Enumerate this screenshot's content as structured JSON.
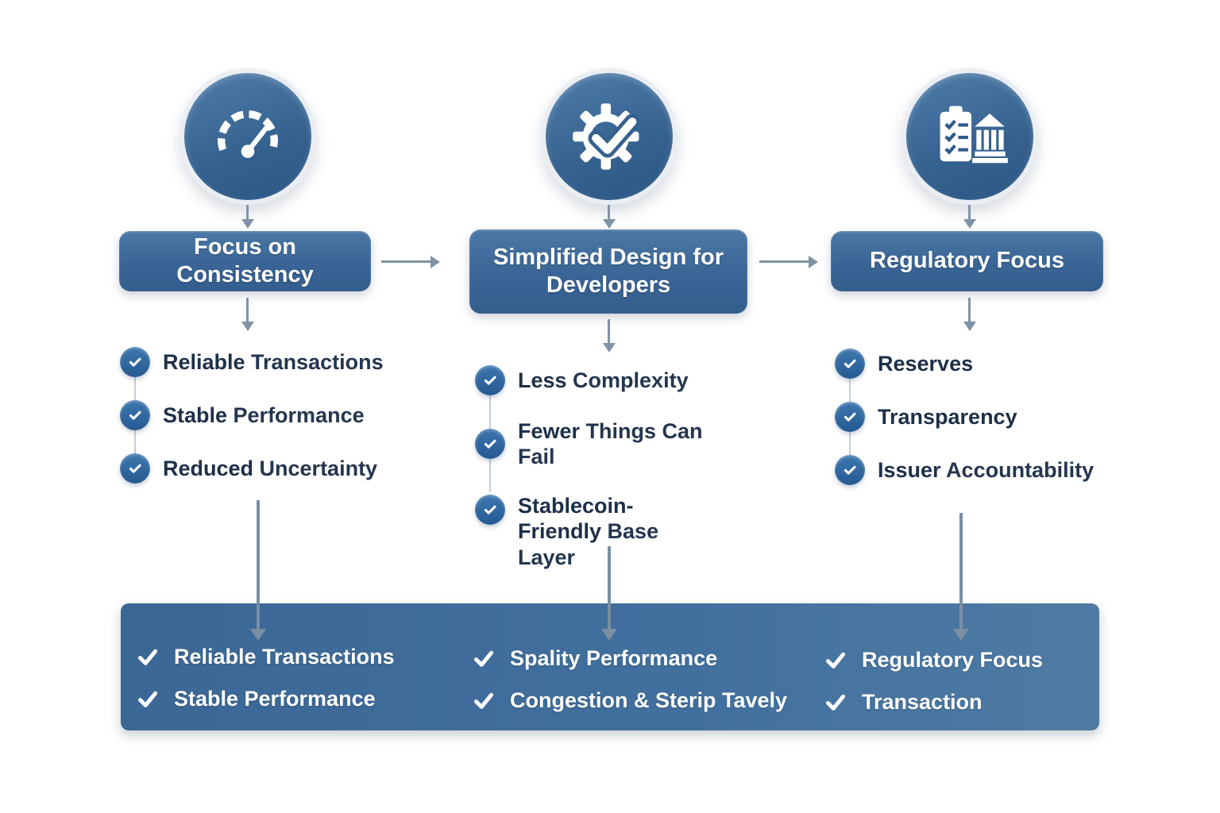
{
  "palette": {
    "accent_blue": "#35618f",
    "box_blue_top": "#4b78a7",
    "box_blue_bottom": "#335d8d",
    "check_circle_blue": "#255a92",
    "arrow_gray": "#8093a6",
    "list_text": "#24364f",
    "banner_blue_left": "#3b6795",
    "banner_blue_right": "#4f7ba3"
  },
  "columns": [
    {
      "icon": "speedometer-icon",
      "header": "Focus on Consistency",
      "items": [
        {
          "bold": "Reliable",
          "rest": " Transactions"
        },
        {
          "bold": "Stable",
          "rest": " Performance"
        },
        {
          "bold": "Reduced",
          "rest": " Uncertainty"
        }
      ]
    },
    {
      "icon": "gear-check-icon",
      "header": "Simplified Design for Developers",
      "items": [
        {
          "bold": "Less",
          "rest": " Complexity"
        },
        {
          "bold": "Fewer",
          "rest": " Things Can Fail"
        },
        {
          "bold": "Stablecoin-Friendly",
          "rest": " Base Layer"
        }
      ]
    },
    {
      "icon": "clipboard-bank-icon",
      "header": "Regulatory Focus",
      "items": [
        {
          "bold": "Reserves",
          "rest": ""
        },
        {
          "bold": "Transparency",
          "rest": ""
        },
        {
          "bold": "Issuer",
          "rest": " Accountability"
        }
      ]
    }
  ],
  "banner": {
    "groups": [
      {
        "items": [
          {
            "bold": "Reliable",
            "rest": " Transactions"
          },
          {
            "bold": "Stable",
            "rest": " Performance"
          }
        ]
      },
      {
        "items": [
          {
            "bold": "Spality",
            "rest": " Performance"
          },
          {
            "bold": "Congestion",
            "rest": " & Sterip Tavely"
          }
        ]
      },
      {
        "items": [
          {
            "bold": "",
            "rest": "Regulatory Focus"
          },
          {
            "bold": "",
            "rest": "Transaction"
          }
        ]
      }
    ]
  }
}
